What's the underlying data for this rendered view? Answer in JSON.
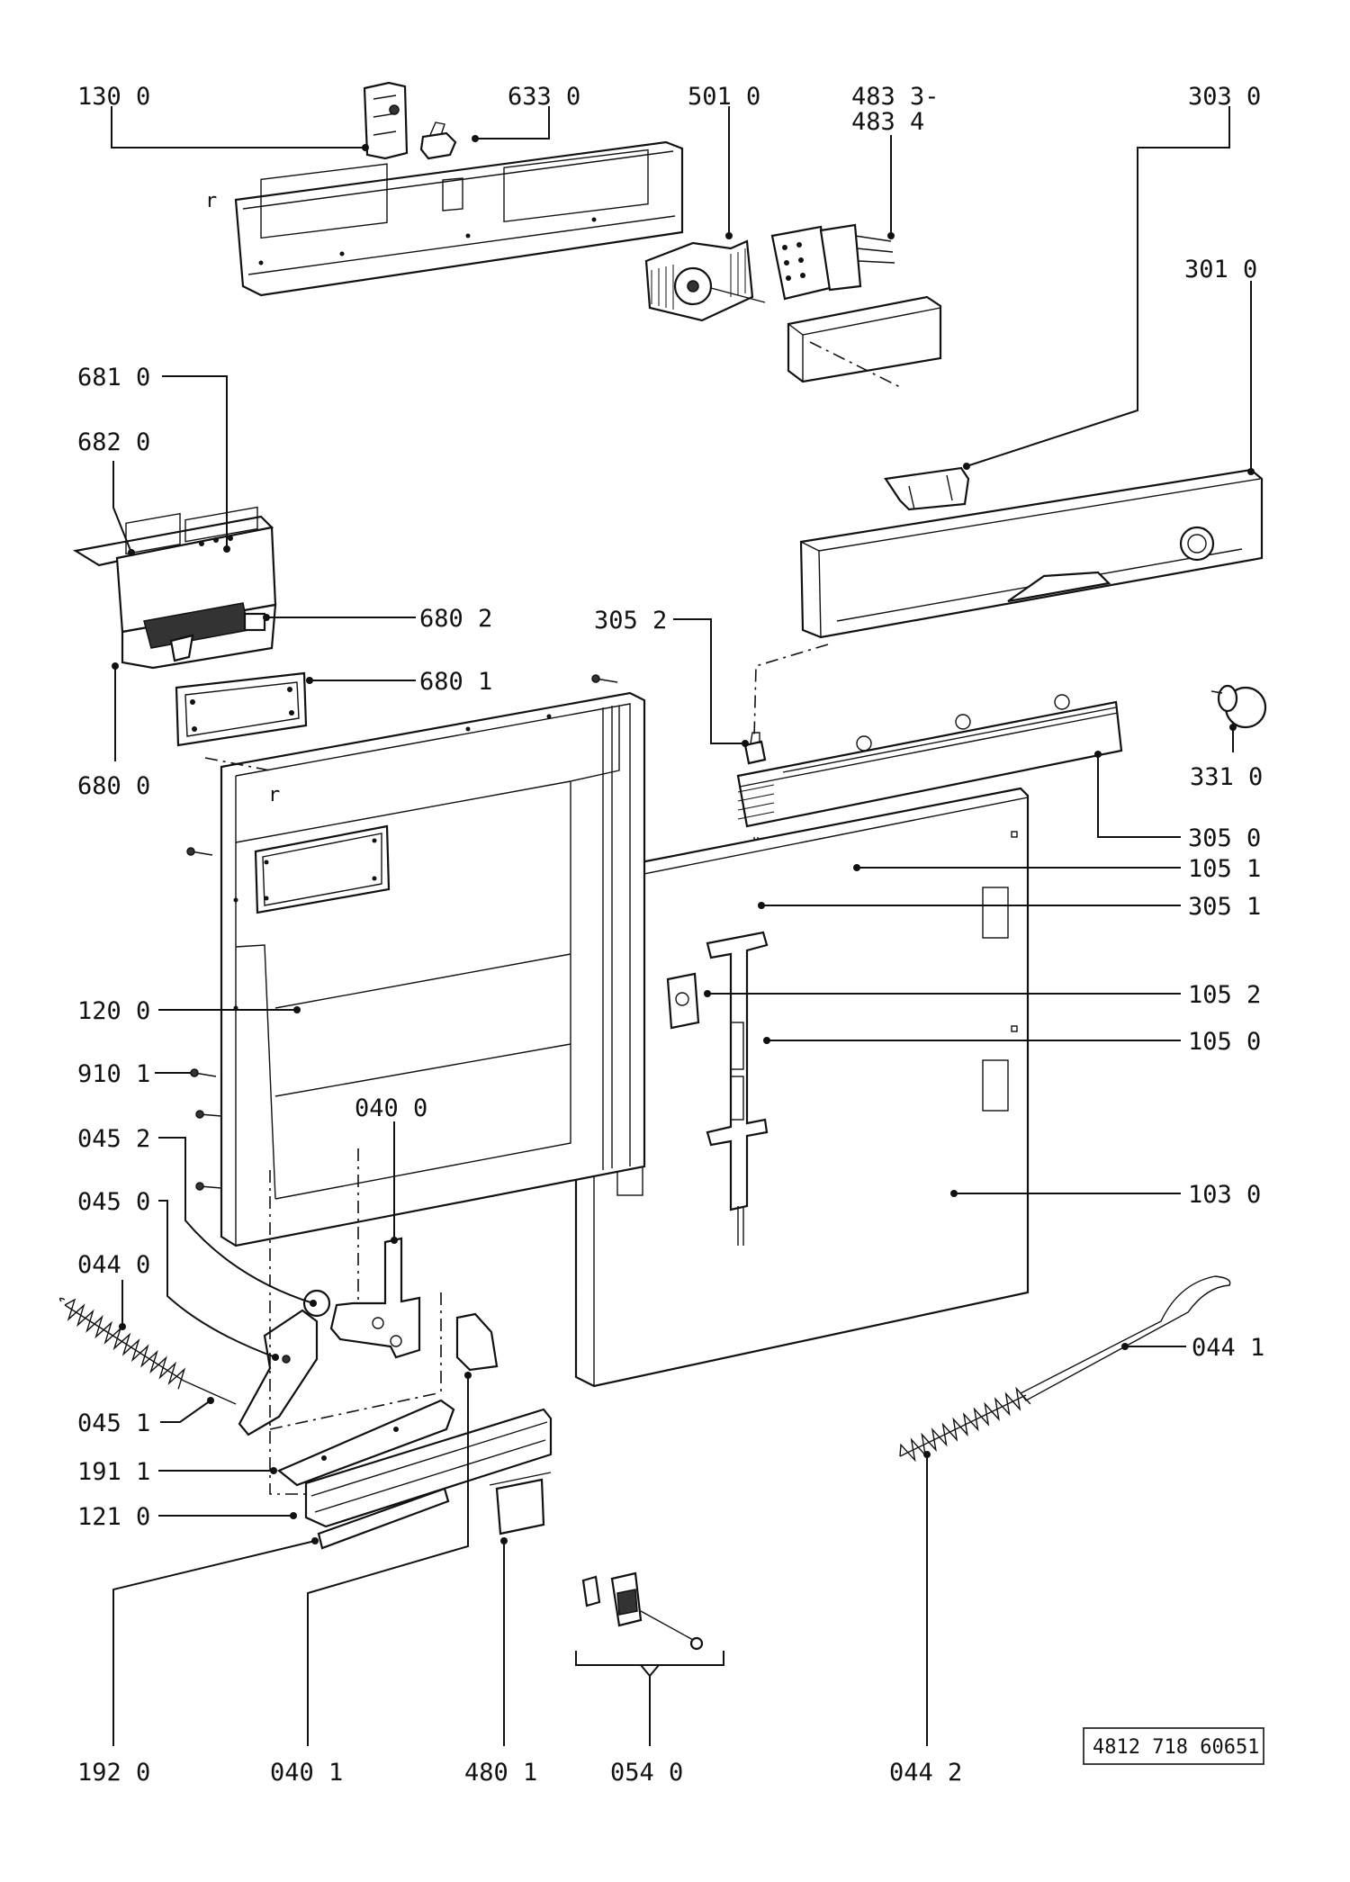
{
  "labels": {
    "p130_0": "130 0",
    "p633_0": "633 0",
    "p501_0": "501 0",
    "p483_3": "483 3-",
    "p483_4": "483 4",
    "p303_0": "303 0",
    "p301_0": "301 0",
    "p681_0": "681 0",
    "p682_0": "682 0",
    "p680_2": "680 2",
    "p680_1": "680 1",
    "p680_0": "680 0",
    "p305_2": "305 2",
    "p331_0": "331 0",
    "p305_0": "305 0",
    "p105_1": "105 1",
    "p305_1": "305 1",
    "p105_2": "105 2",
    "p105_0": "105 0",
    "p120_0": "120 0",
    "p910_1": "910 1",
    "p040_0": "040 0",
    "p045_2": "045 2",
    "p045_0": "045 0",
    "p044_0": "044 0",
    "p103_0": "103 0",
    "p044_1": "044 1",
    "p045_1": "045 1",
    "p191_1": "191 1",
    "p121_0": "121 0",
    "p192_0": "192 0",
    "p040_1": "040 1",
    "p480_1": "480 1",
    "p054_0": "054 0",
    "p044_2": "044 2",
    "r_mark_1": "r",
    "r_mark_2": "r"
  },
  "reference_number": "4812 718 60651"
}
